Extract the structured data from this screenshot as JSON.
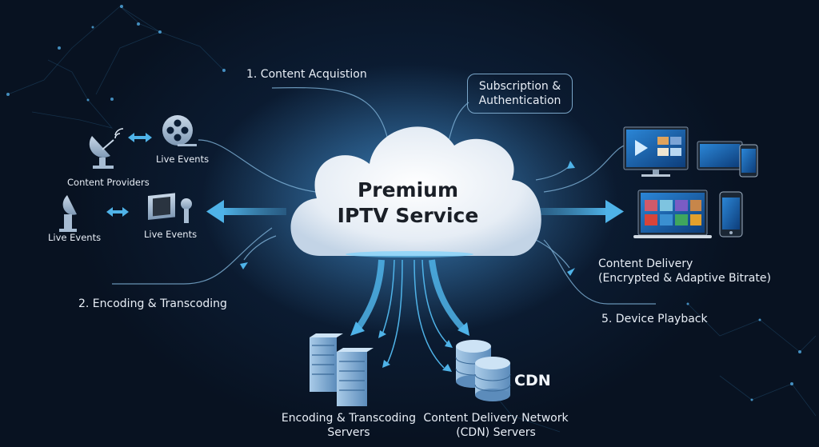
{
  "diagram": {
    "center": {
      "line1": "Premium",
      "line2": "IPTV Service"
    },
    "steps": {
      "acquisition": "1. Content Acquistion",
      "encoding": "2. Encoding & Transcoding",
      "delivery_line1": "Content Delivery",
      "delivery_line2": "(Encrypted & Adaptive Bitrate)",
      "playback": "5. Device Playback"
    },
    "auth": {
      "line1": "Subscription &",
      "line2": "Authentication"
    },
    "sources": {
      "content_providers": "Content Providers",
      "live_events_reel": "Live Events",
      "live_events_dish": "Live Events",
      "live_events_film": "Live Events"
    },
    "servers": {
      "encoding_line1": "Encoding & Transcoding",
      "encoding_line2": "Servers",
      "cdn_line1": "Content Delivery Network",
      "cdn_line2": "(CDN) Servers",
      "cdn_tag": "CDN"
    },
    "colors": {
      "accent": "#4fb3e8",
      "background": "#0a1626",
      "cloud": "#eef3f8"
    }
  }
}
